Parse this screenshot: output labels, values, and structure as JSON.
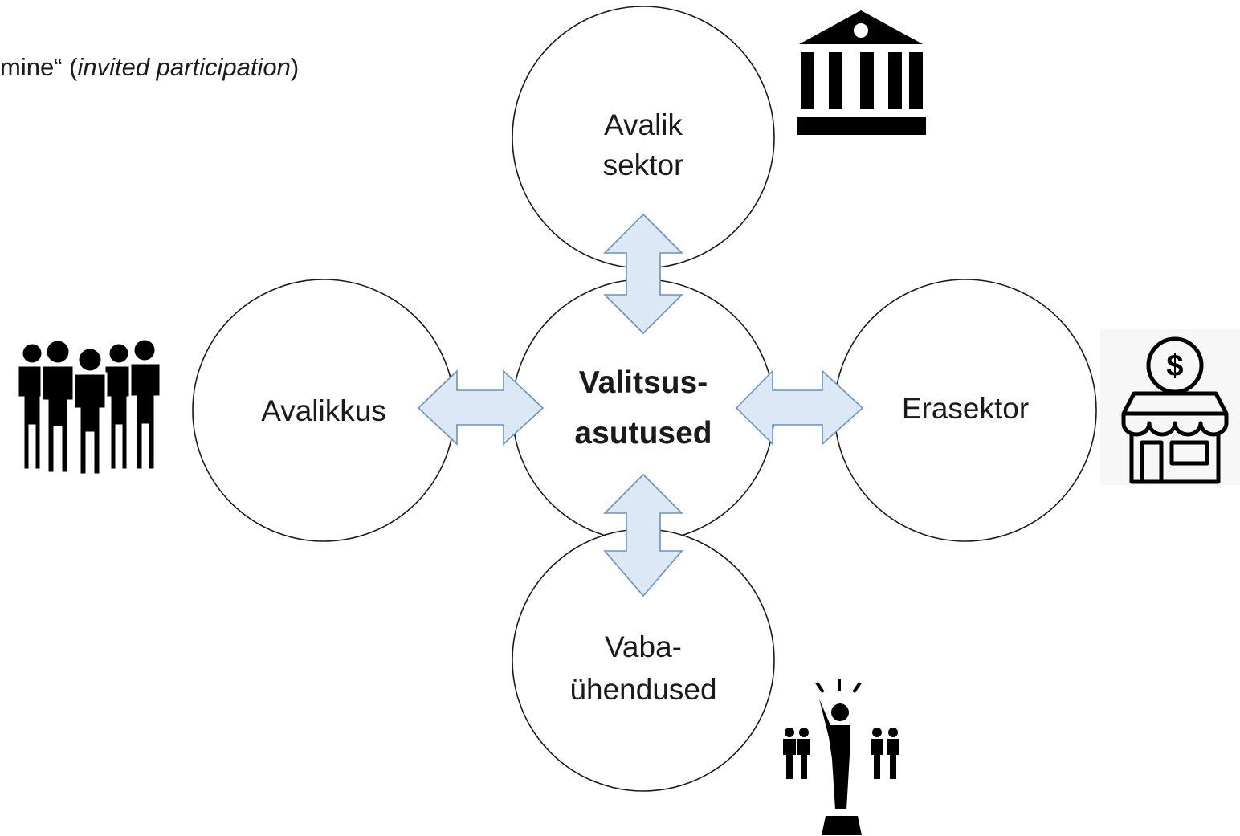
{
  "caption": {
    "prefix": "mine“ (",
    "italic": "invited participation",
    "suffix": ")"
  },
  "nodes": {
    "center": {
      "line1": "Valitsus-",
      "line2": "asutused"
    },
    "top": {
      "line1": "Avalik",
      "line2": "sektor"
    },
    "left": {
      "line1": "Avalikkus"
    },
    "right": {
      "line1": "Erasektor"
    },
    "bottom": {
      "line1": "Vaba-",
      "line2": "ühendused"
    }
  },
  "icons": {
    "top": "government-building-icon",
    "left": "crowd-icon",
    "right": "shop-dollar-icon",
    "bottom": "leader-speaker-icon"
  },
  "colors": {
    "arrow_fill": "#dce8f5",
    "arrow_stroke": "#6f90b8",
    "circle_stroke": "#1a1a1a",
    "icon": "#000000"
  }
}
